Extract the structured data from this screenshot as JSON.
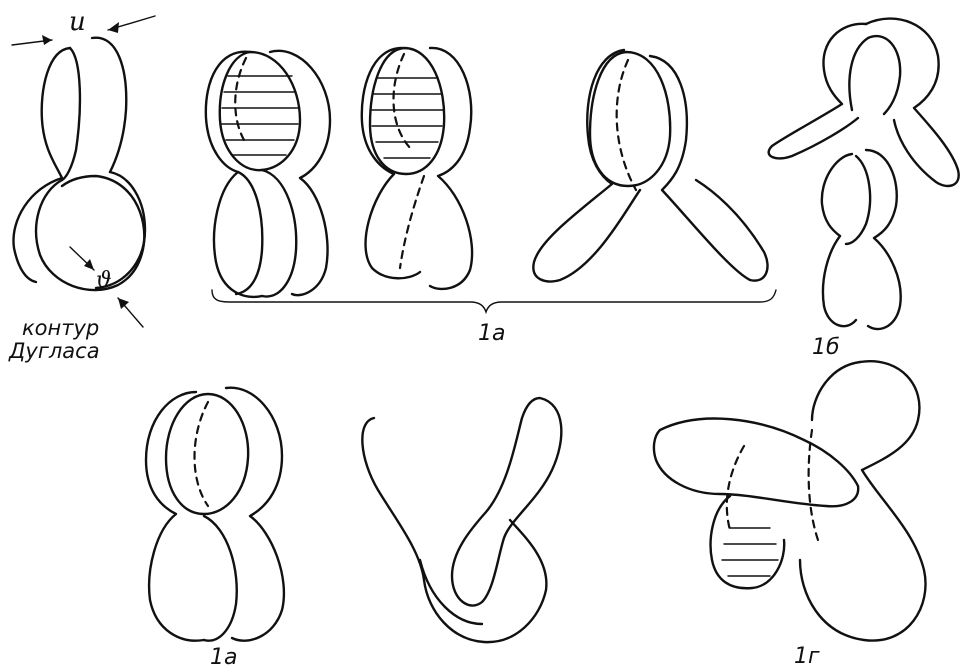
{
  "labels": {
    "u": "u",
    "v": "ϑ",
    "caption_line1": "контур",
    "caption_line2": "Дугласа",
    "fig_1a_top": "1a",
    "fig_1b": "1б",
    "fig_1a_bottom": "1a",
    "fig_1g": "1г"
  }
}
